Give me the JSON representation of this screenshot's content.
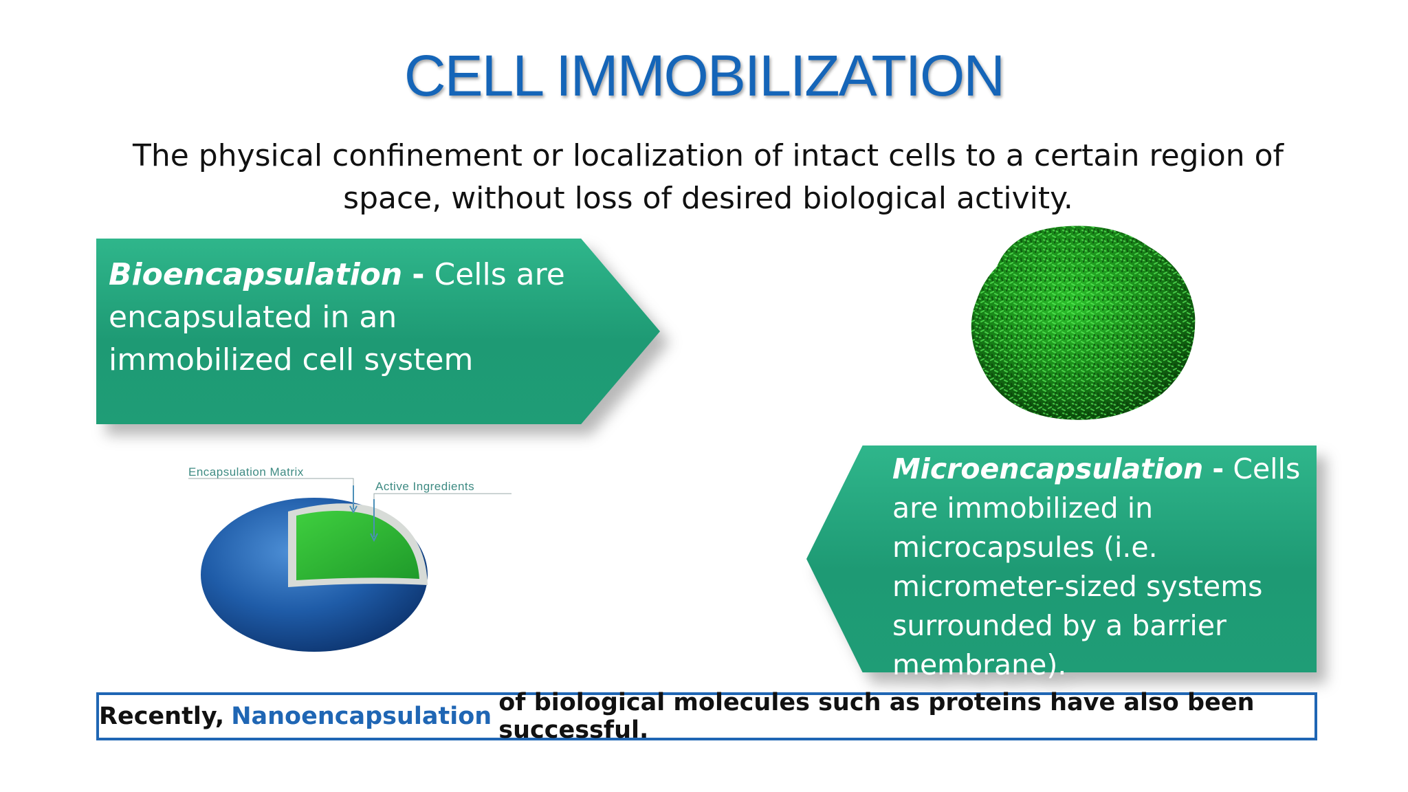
{
  "slide": {
    "title": "CELL IMMOBILIZATION",
    "definition": "The physical confinement or localization of intact cells to a certain region of space, without loss of desired biological activity."
  },
  "bioencapsulation": {
    "term": "Bioencapsulation",
    "separator": "-",
    "description": "Cells are encapsulated in an immobilized cell system"
  },
  "microencapsulation": {
    "term": "Microencapsulation",
    "separator": "-",
    "description": "Cells are immobilized in microcapsules (i.e. micrometer-sized systems surrounded by a barrier membrane)."
  },
  "diagram": {
    "label_matrix": "Encapsulation Matrix",
    "label_active": "Active Ingredients"
  },
  "footer": {
    "before": "Recently,",
    "highlight": "Nanoencapsulation",
    "after": "of biological molecules such as proteins have also been successful."
  },
  "colors": {
    "title_blue": "#1565b8",
    "box_green": "#1f9d76",
    "footer_border": "#1f66b4",
    "cell_green": "#1f8f1f"
  }
}
